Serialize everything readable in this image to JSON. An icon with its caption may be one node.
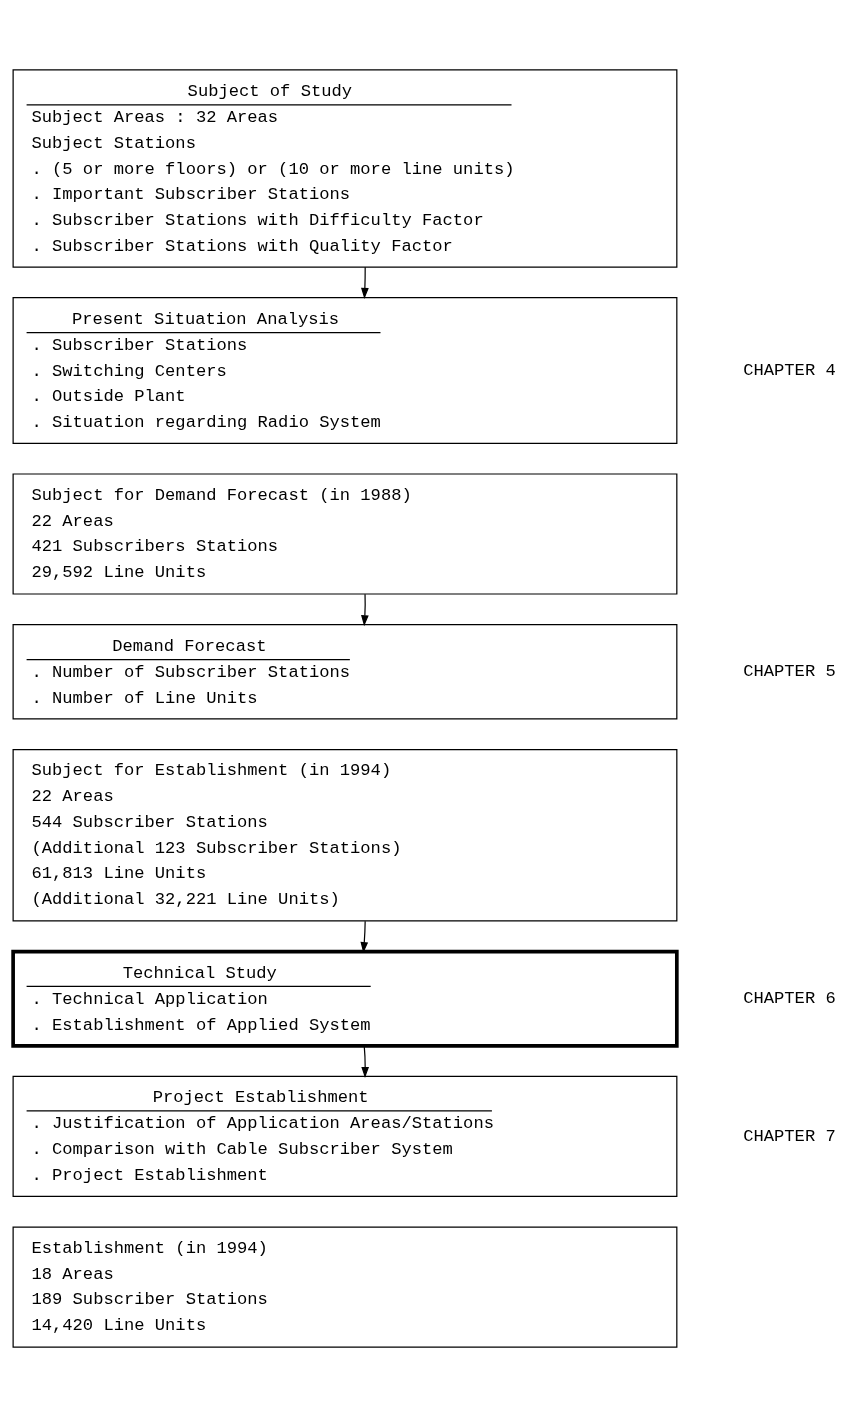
{
  "diagram": {
    "nodes": [
      {
        "text": [
          "Subject of Study",
          "Subject Areas : 32 Areas",
          "Subject Stations",
          ". (5 or more floors) or (10 or more line units)",
          ". Important Subscriber Stations",
          ". Subscriber Stations with Difficulty Factor",
          ". Subscriber Stations with Quality Factor"
        ]
      },
      {
        "text": [
          "Present Situation Analysis",
          ". Subscriber Stations",
          ". Switching Centers",
          ". Outside Plant",
          ". Situation regarding Radio System"
        ]
      },
      {
        "text": [
          "Subject for Demand Forecast (in 1988)",
          "22 Areas",
          "421 Subscribers Stations",
          "29,592 Line Units"
        ]
      },
      {
        "text": [
          "Demand Forecast",
          ". Number of Subscriber Stations",
          ". Number of Line Units"
        ]
      },
      {
        "text": [
          "Subject for Establishment (in 1994)",
          "22 Areas",
          "544 Subscriber Stations",
          "(Additional 123 Subscriber Stations)",
          "61,813 Line Units",
          "(Additional 32,221 Line Units)"
        ]
      },
      {
        "text": [
          "Technical Study",
          ". Technical Application",
          ". Establishment of Applied System"
        ]
      },
      {
        "text": [
          "Project Establishment",
          ". Justification of Application Areas/Stations",
          ". Comparison with Cable Subscriber System",
          ". Project Establishment"
        ]
      },
      {
        "text": [
          "Establishment (in 1994)",
          "18 Areas",
          "189 Subscriber Stations",
          "14,420 Line Units"
        ]
      }
    ],
    "edges": [
      {
        "from": 0,
        "to": 1,
        "arrow": "to"
      },
      {
        "from": 2,
        "to": 3,
        "arrow": "to"
      },
      {
        "from": 4,
        "to": 5,
        "arrow": "to"
      },
      {
        "from": 5,
        "to": 6,
        "arrow": "to"
      }
    ],
    "labels": [
      "CHAPTER 4",
      "CHAPTER 5",
      "CHAPTER 6",
      "CHAPTER 7"
    ]
  }
}
